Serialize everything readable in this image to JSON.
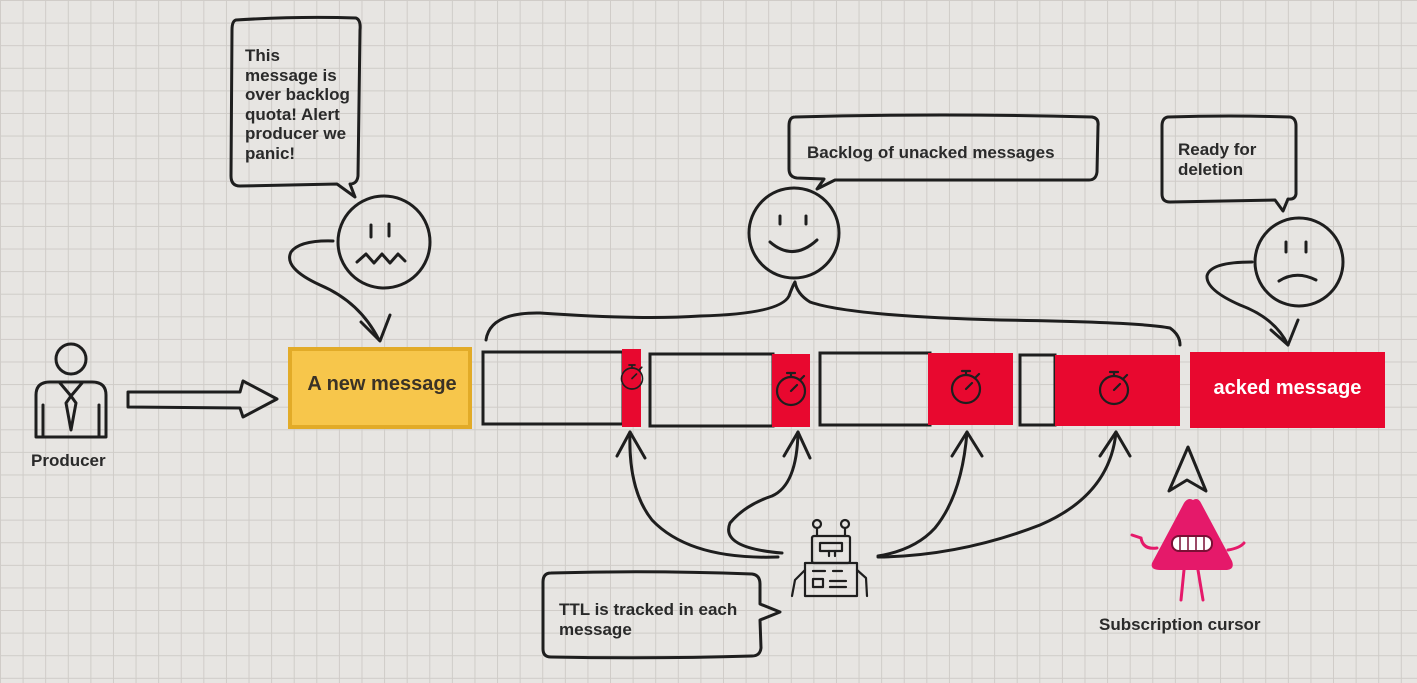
{
  "producer": {
    "label": "Producer"
  },
  "bubbles": {
    "quota": {
      "text": "This message is over backlog quota! Alert producer we panic!"
    },
    "backlog": {
      "text": "Backlog of unacked messages"
    },
    "deletion": {
      "text": "Ready for deletion"
    },
    "ttl": {
      "text": "TTL is tracked in each message"
    }
  },
  "messages": {
    "new": {
      "label": "A new message"
    },
    "acked": {
      "label": "acked message"
    }
  },
  "cursor": {
    "label": "Subscription cursor"
  },
  "icons": [
    "person-icon",
    "worried-face-icon",
    "smiley-face-icon",
    "sad-face-icon",
    "stopwatch-icon",
    "robot-icon",
    "triangle-monster-icon"
  ],
  "colors": {
    "new_message": "#f7c64b",
    "expired": "#e8082f",
    "acked": "#e8082f",
    "monster": "#e5196a",
    "grid_bg": "#e7e5e2"
  }
}
